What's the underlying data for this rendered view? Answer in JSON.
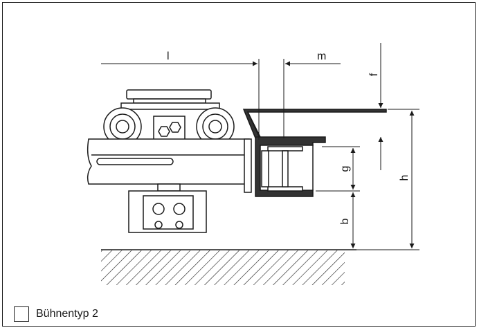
{
  "diagram": {
    "dimension_labels": {
      "l": "l",
      "m": "m",
      "f": "f",
      "g": "g",
      "h": "h",
      "b": "b"
    }
  },
  "option": {
    "label": "Bühnentyp 2",
    "checked": false
  },
  "colors": {
    "line": "#1a1a1a",
    "fill": "#ffffff",
    "dark": "#333333"
  }
}
